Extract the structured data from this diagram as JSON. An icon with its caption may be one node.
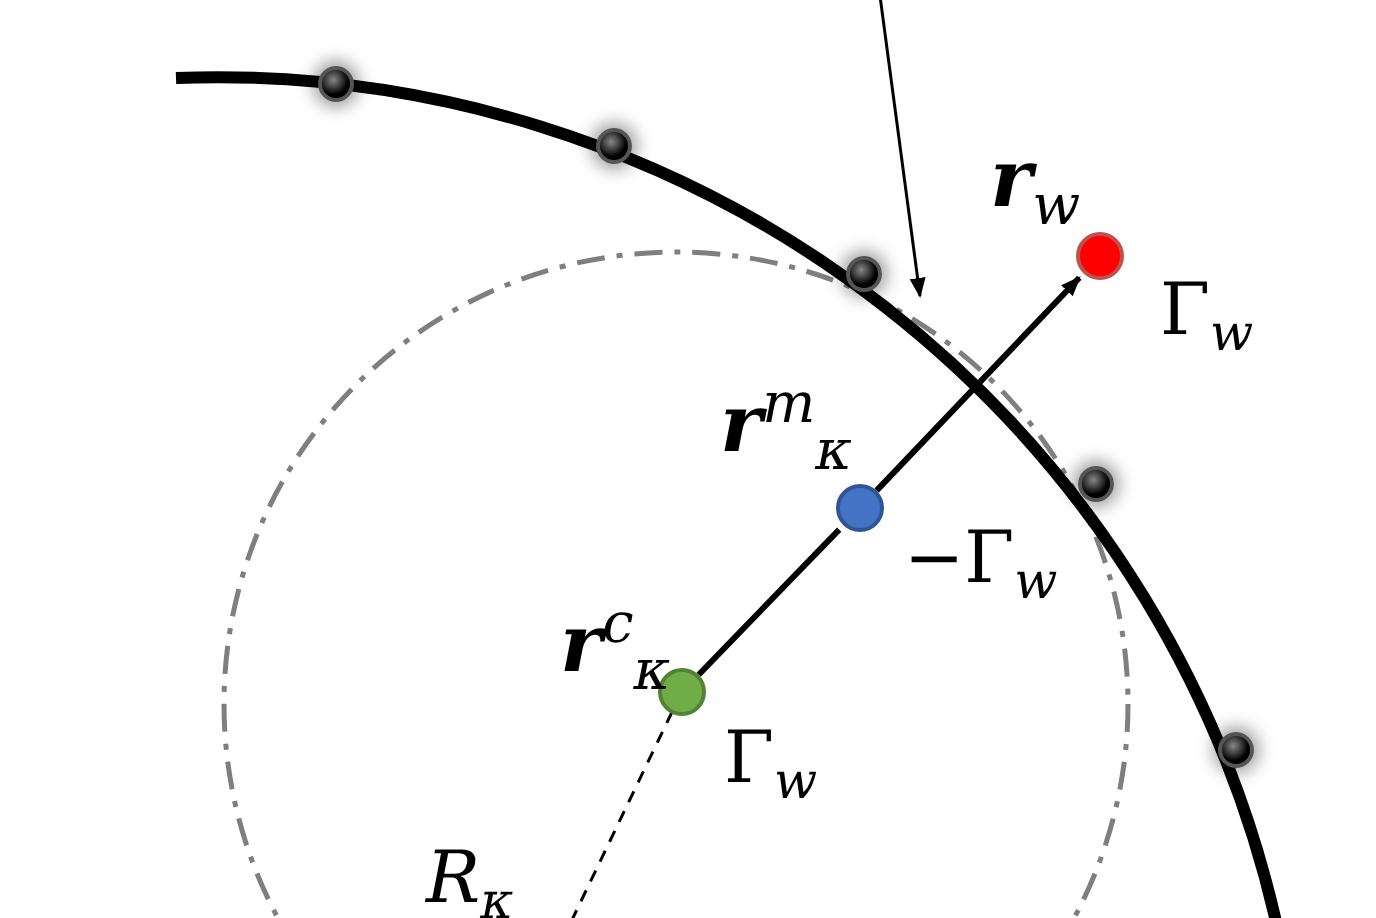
{
  "diagram": {
    "nodes": [
      {
        "text": [],
        "shape": "circle",
        "beside": [
          "**r**$_{w}$",
          "Γ$_{w}$"
        ]
      },
      {
        "text": [],
        "shape": "circle",
        "beside": [
          "**r**$^{m}$$_{κ}$",
          "−Γ$_{w}$"
        ]
      },
      {
        "text": [],
        "shape": "circle",
        "beside": [
          "**r**$^{c}$$_{κ}$",
          "Γ$_{w}$"
        ]
      },
      {
        "text": [],
        "shape": "circle"
      },
      {
        "text": [],
        "shape": "circle"
      },
      {
        "text": [],
        "shape": "circle"
      },
      {
        "text": [],
        "shape": "circle"
      },
      {
        "text": [],
        "shape": "circle"
      }
    ],
    "edges": [
      {
        "from": 2,
        "to": 1,
        "arrow": "none"
      },
      {
        "from": 1,
        "to": 0,
        "arrow": "to"
      }
    ],
    "labels": [
      "R$_{κ}$"
    ]
  }
}
